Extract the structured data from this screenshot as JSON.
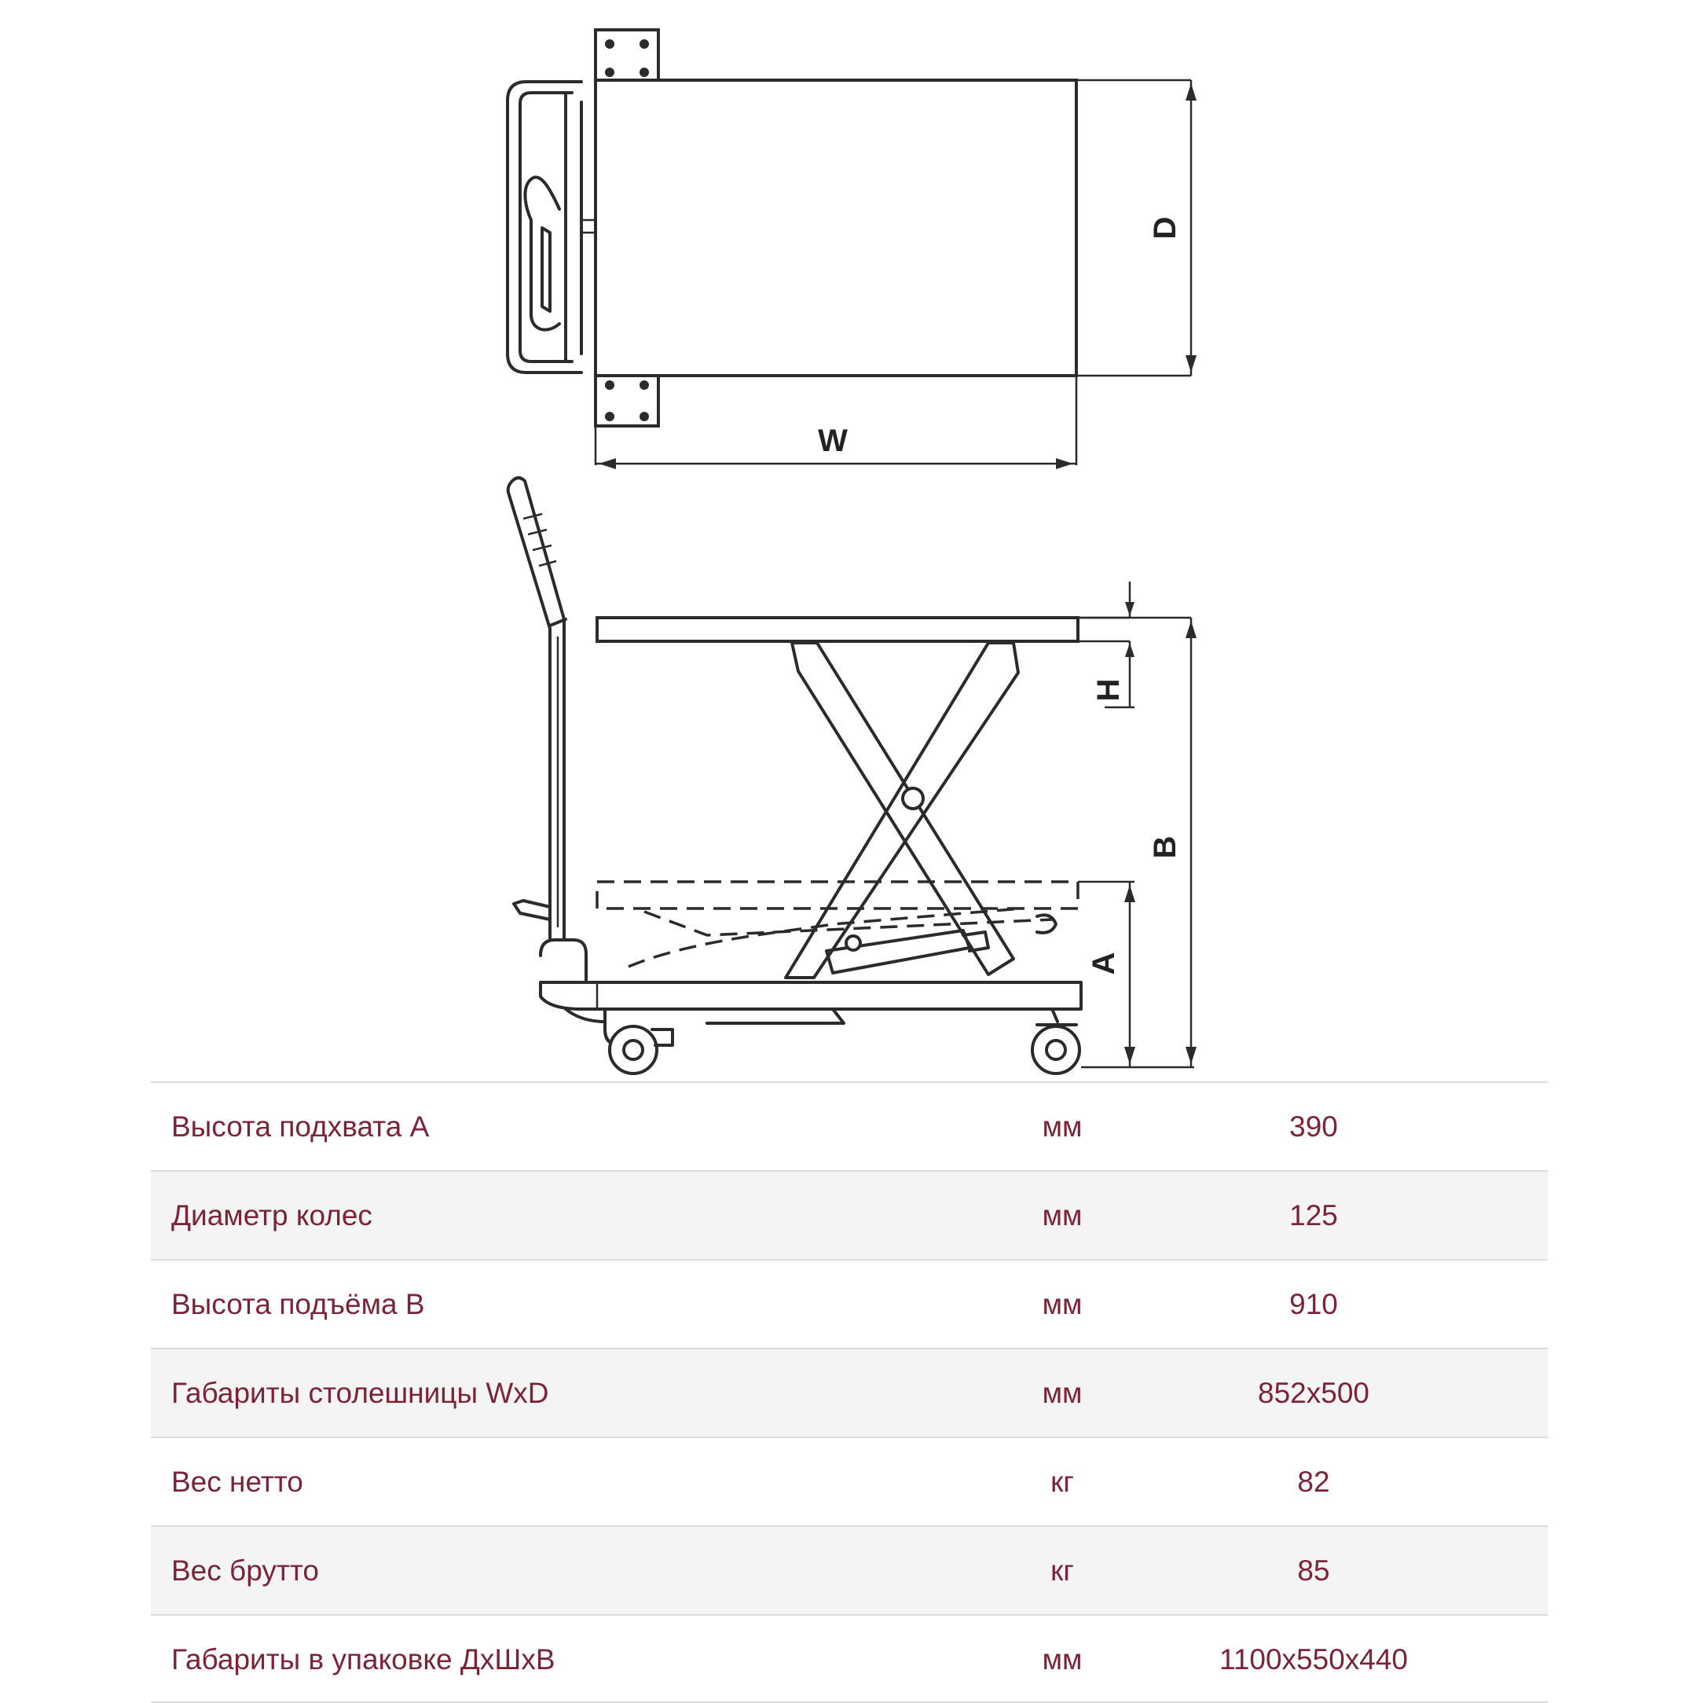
{
  "drawing": {
    "dimension_labels": {
      "width": "W",
      "depth": "D",
      "height_top": "H",
      "lift_height": "B",
      "grip_height": "A"
    }
  },
  "specs": {
    "rows": [
      {
        "name": "Высота подхвата A",
        "unit": "мм",
        "value": "390"
      },
      {
        "name": "Диаметр колес",
        "unit": "мм",
        "value": "125"
      },
      {
        "name": "Высота подъёма B",
        "unit": "мм",
        "value": "910"
      },
      {
        "name": "Габариты столешницы WxD",
        "unit": "мм",
        "value": "852x500"
      },
      {
        "name": "Вес нетто",
        "unit": "кг",
        "value": "82"
      },
      {
        "name": "Вес брутто",
        "unit": "кг",
        "value": "85"
      },
      {
        "name": "Габариты в упаковке ДхШхВ",
        "unit": "мм",
        "value": "1100x550x440"
      }
    ]
  }
}
